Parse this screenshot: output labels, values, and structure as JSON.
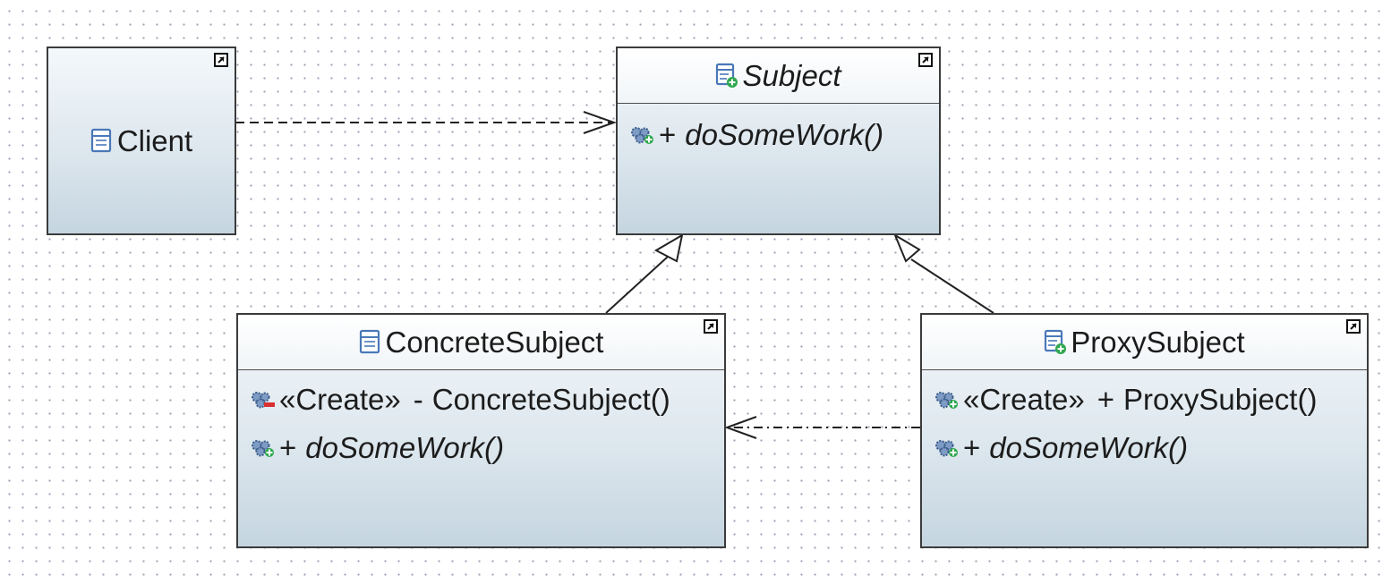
{
  "diagram": {
    "classes": [
      {
        "id": "client",
        "name": "Client",
        "abstract": false,
        "icon": "class-icon",
        "operations": []
      },
      {
        "id": "subject",
        "name": "Subject",
        "abstract": true,
        "icon": "interface-class-icon",
        "operations": [
          {
            "icon": "public-operation-icon",
            "visibility": "+",
            "signature": "doSomeWork()",
            "abstract": true
          }
        ]
      },
      {
        "id": "concrete",
        "name": "ConcreteSubject",
        "abstract": false,
        "icon": "class-icon",
        "operations": [
          {
            "icon": "private-operation-icon",
            "stereotype": "«Create»",
            "visibility": "-",
            "signature": "ConcreteSubject()",
            "abstract": false
          },
          {
            "icon": "public-operation-icon",
            "visibility": "+",
            "signature": "doSomeWork()",
            "abstract": true
          }
        ]
      },
      {
        "id": "proxy",
        "name": "ProxySubject",
        "abstract": false,
        "icon": "interface-class-icon",
        "operations": [
          {
            "icon": "public-operation-icon",
            "stereotype": "«Create»",
            "visibility": "+",
            "signature": "ProxySubject()",
            "abstract": false
          },
          {
            "icon": "public-operation-icon",
            "visibility": "+",
            "signature": "doSomeWork()",
            "abstract": true
          }
        ]
      }
    ],
    "relationships": [
      {
        "type": "dependency",
        "from": "Client",
        "to": "Subject"
      },
      {
        "type": "generalization",
        "from": "ConcreteSubject",
        "to": "Subject"
      },
      {
        "type": "generalization",
        "from": "ProxySubject",
        "to": "Subject"
      },
      {
        "type": "dependency",
        "from": "ProxySubject",
        "to": "ConcreteSubject"
      }
    ],
    "colors": {
      "border": "#3b3b3b",
      "fill_top": "#f4f8fb",
      "fill_bottom": "#c5d5e0",
      "grid_dot": "#9aa4b4",
      "icon_blue": "#4a78b8",
      "icon_green": "#2fa84f",
      "icon_red": "#d83030"
    }
  }
}
